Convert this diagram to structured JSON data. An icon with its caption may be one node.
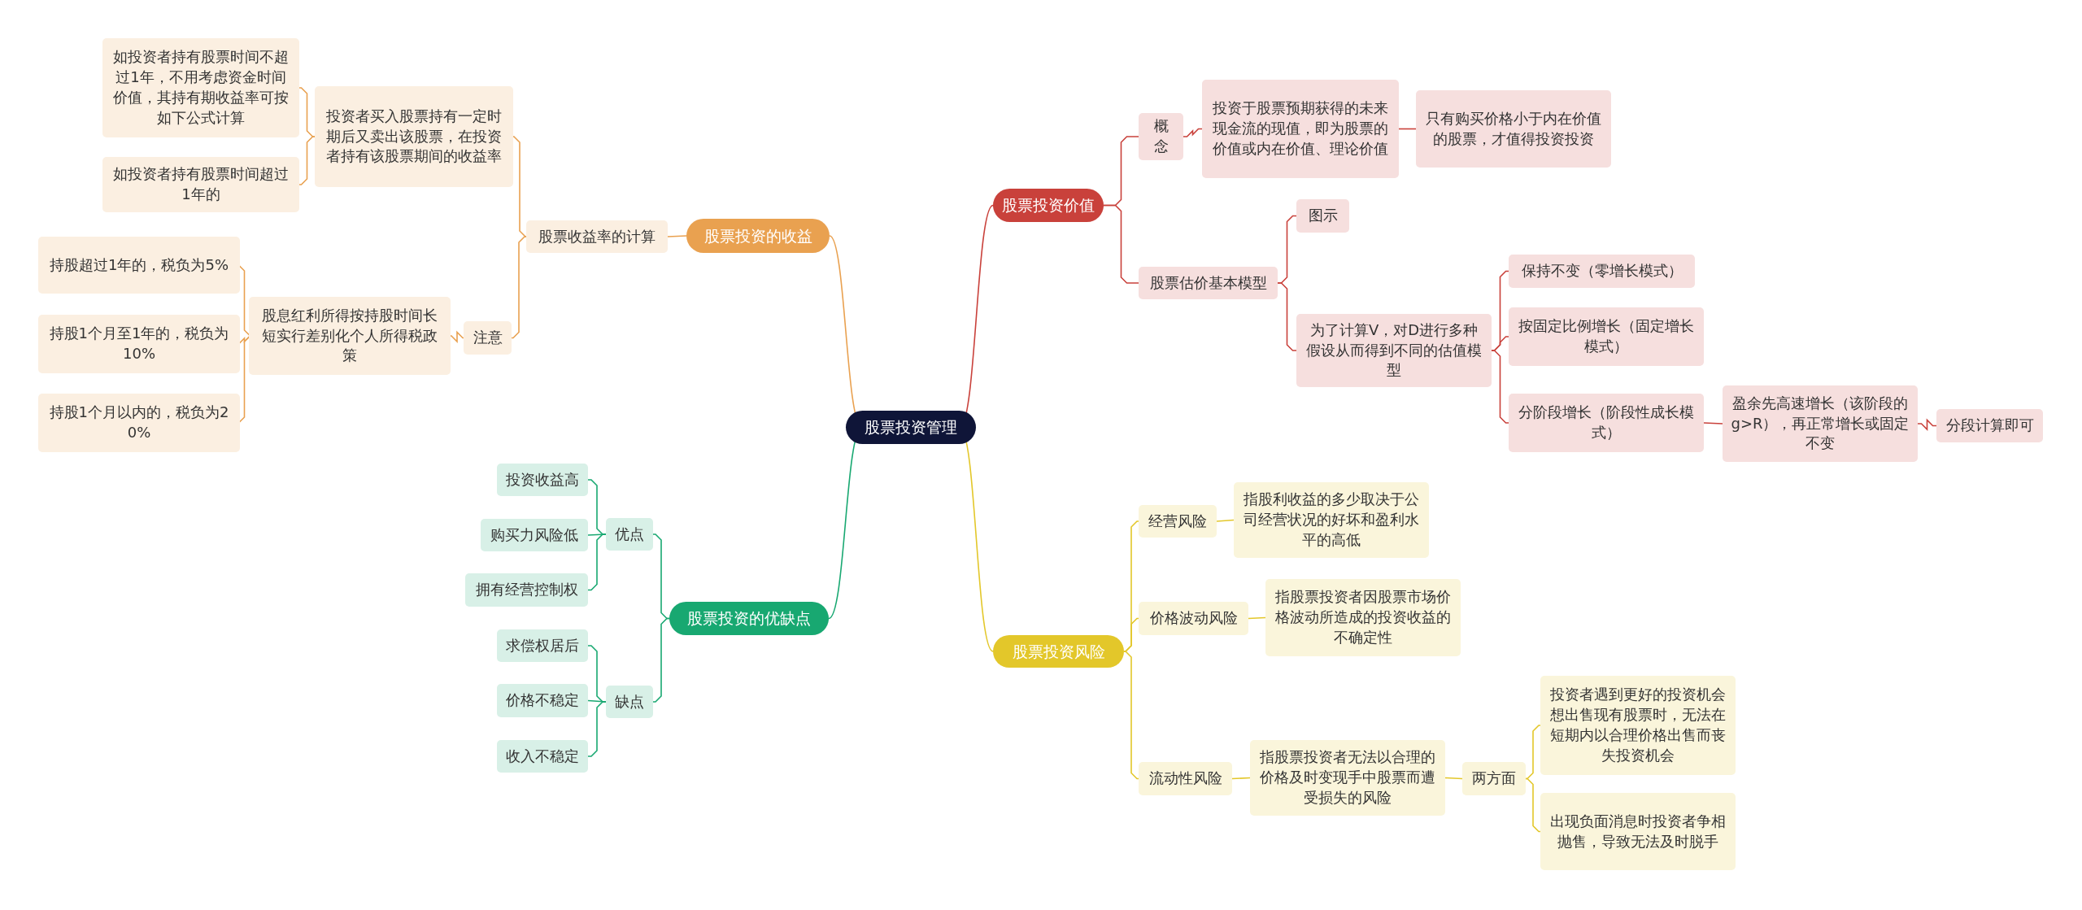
{
  "diagram": {
    "nodes": [
      {
        "text": [
          "股票投资管理"
        ]
      },
      {
        "text": [
          "股票投资的收益"
        ]
      },
      {
        "text": [
          "股票收益率的计算"
        ]
      },
      {
        "text": [
          "投资者买入股票持有一定时期后又卖出该股票，在投资者持有该股票期间的收益率"
        ]
      },
      {
        "text": [
          "如投资者持有股票时间不超过1年，不用考虑资金时间价值，其持有期收益率可按如下公式计算"
        ]
      },
      {
        "text": [
          "如投资者持有股票时间超过1年的"
        ]
      },
      {
        "text": [
          "注意"
        ]
      },
      {
        "text": [
          "股息红利所得按持股时间长短实行差别化个人所得税政策"
        ]
      },
      {
        "text": [
          "持股超过1年的，税负为5%"
        ]
      },
      {
        "text": [
          "持股1个月至1年的，税负为10%"
        ]
      },
      {
        "text": [
          "持股1个月以内的，税负为20%"
        ]
      },
      {
        "text": [
          "股票投资的优缺点"
        ]
      },
      {
        "text": [
          "优点"
        ]
      },
      {
        "text": [
          "投资收益高"
        ]
      },
      {
        "text": [
          "购买力风险低"
        ]
      },
      {
        "text": [
          "拥有经营控制权"
        ]
      },
      {
        "text": [
          "缺点"
        ]
      },
      {
        "text": [
          "求偿权居后"
        ]
      },
      {
        "text": [
          "价格不稳定"
        ]
      },
      {
        "text": [
          "收入不稳定"
        ]
      },
      {
        "text": [
          "股票投资价值"
        ]
      },
      {
        "text": [
          "概念"
        ]
      },
      {
        "text": [
          "投资于股票预期获得的未来现金流的现值，即为股票的价值或内在价值、理论价值"
        ]
      },
      {
        "text": [
          "只有购买价格小于内在价值的股票，才值得投资投资"
        ]
      },
      {
        "text": [
          "股票估价基本模型"
        ]
      },
      {
        "text": [
          "图示"
        ]
      },
      {
        "text": [
          "为了计算V，对D进行多种假设从而得到不同的估值模型"
        ]
      },
      {
        "text": [
          "保持不变（零增长模式）"
        ]
      },
      {
        "text": [
          "按固定比例增长（固定增长模式）"
        ]
      },
      {
        "text": [
          "分阶段增长（阶段性成长模式）"
        ]
      },
      {
        "text": [
          "盈余先高速增长（该阶段的g>R），再正常增长或固定不变"
        ]
      },
      {
        "text": [
          "分段计算即可"
        ]
      },
      {
        "text": [
          "股票投资风险"
        ]
      },
      {
        "text": [
          "经营风险"
        ]
      },
      {
        "text": [
          "指股利收益的多少取决于公司经营状况的好坏和盈利水平的高低"
        ]
      },
      {
        "text": [
          "价格波动风险"
        ]
      },
      {
        "text": [
          "指股票投资者因股票市场价格波动所造成的投资收益的不确定性"
        ]
      },
      {
        "text": [
          "流动性风险"
        ]
      },
      {
        "text": [
          "指股票投资者无法以合理的价格及时变现手中股票而遭受损失的风险"
        ]
      },
      {
        "text": [
          "两方面"
        ]
      },
      {
        "text": [
          "投资者遇到更好的投资机会想出售现有股票时，无法在短期内以合理价格出售而丧失投资机会"
        ]
      },
      {
        "text": [
          "出现负面消息时投资者争相抛售，导致无法及时脱手"
        ]
      }
    ],
    "edges": [
      {
        "from": 0,
        "to": 1,
        "arrow": "none",
        "color": "#e9a150"
      },
      {
        "from": 1,
        "to": 2,
        "arrow": "none",
        "color": "#e9a150"
      },
      {
        "from": 2,
        "to": 3,
        "arrow": "none",
        "color": "#e9a150"
      },
      {
        "from": 3,
        "to": 4,
        "arrow": "none",
        "color": "#e9a150"
      },
      {
        "from": 3,
        "to": 5,
        "arrow": "none",
        "color": "#e9a150"
      },
      {
        "from": 2,
        "to": 6,
        "arrow": "none",
        "color": "#e9a150"
      },
      {
        "from": 6,
        "to": 7,
        "arrow": "none",
        "color": "#e9a150"
      },
      {
        "from": 7,
        "to": 8,
        "arrow": "none",
        "color": "#e9a150"
      },
      {
        "from": 7,
        "to": 9,
        "arrow": "none",
        "color": "#e9a150"
      },
      {
        "from": 7,
        "to": 10,
        "arrow": "none",
        "color": "#e9a150"
      },
      {
        "from": 0,
        "to": 11,
        "arrow": "none",
        "color": "#18a871"
      },
      {
        "from": 11,
        "to": 12,
        "arrow": "none",
        "color": "#18a871"
      },
      {
        "from": 12,
        "to": 13,
        "arrow": "none",
        "color": "#18a871"
      },
      {
        "from": 12,
        "to": 14,
        "arrow": "none",
        "color": "#18a871"
      },
      {
        "from": 12,
        "to": 15,
        "arrow": "none",
        "color": "#18a871"
      },
      {
        "from": 11,
        "to": 16,
        "arrow": "none",
        "color": "#18a871"
      },
      {
        "from": 16,
        "to": 17,
        "arrow": "none",
        "color": "#18a871"
      },
      {
        "from": 16,
        "to": 18,
        "arrow": "none",
        "color": "#18a871"
      },
      {
        "from": 16,
        "to": 19,
        "arrow": "none",
        "color": "#18a871"
      },
      {
        "from": 0,
        "to": 20,
        "arrow": "none"
      },
      {
        "from": 20,
        "to": 21,
        "arrow": "none"
      },
      {
        "from": 21,
        "to": 22,
        "arrow": "none"
      },
      {
        "from": 22,
        "to": 23,
        "arrow": "none"
      },
      {
        "from": 20,
        "to": 24,
        "arrow": "none"
      },
      {
        "from": 24,
        "to": 25,
        "arrow": "none"
      },
      {
        "from": 24,
        "to": 26,
        "arrow": "none"
      },
      {
        "from": 26,
        "to": 27,
        "arrow": "none"
      },
      {
        "from": 26,
        "to": 28,
        "arrow": "none"
      },
      {
        "from": 26,
        "to": 29,
        "arrow": "none"
      },
      {
        "from": 29,
        "to": 30,
        "arrow": "none"
      },
      {
        "from": 30,
        "to": 31,
        "arrow": "none"
      },
      {
        "from": 0,
        "to": 32,
        "arrow": "none",
        "color": "#e3c72a"
      },
      {
        "from": 32,
        "to": 33,
        "arrow": "none",
        "color": "#e3c72a"
      },
      {
        "from": 33,
        "to": 34,
        "arrow": "none",
        "color": "#e3c72a"
      },
      {
        "from": 32,
        "to": 35,
        "arrow": "none",
        "color": "#e3c72a"
      },
      {
        "from": 35,
        "to": 36,
        "arrow": "none",
        "color": "#e3c72a"
      },
      {
        "from": 32,
        "to": 37,
        "arrow": "none",
        "color": "#e3c72a"
      },
      {
        "from": 37,
        "to": 38,
        "arrow": "none",
        "color": "#e3c72a"
      },
      {
        "from": 38,
        "to": 39,
        "arrow": "none",
        "color": "#e3c72a"
      },
      {
        "from": 39,
        "to": 40,
        "arrow": "none",
        "color": "#e3c72a"
      },
      {
        "from": 39,
        "to": 41,
        "arrow": "none",
        "color": "#e3c72a"
      }
    ]
  }
}
